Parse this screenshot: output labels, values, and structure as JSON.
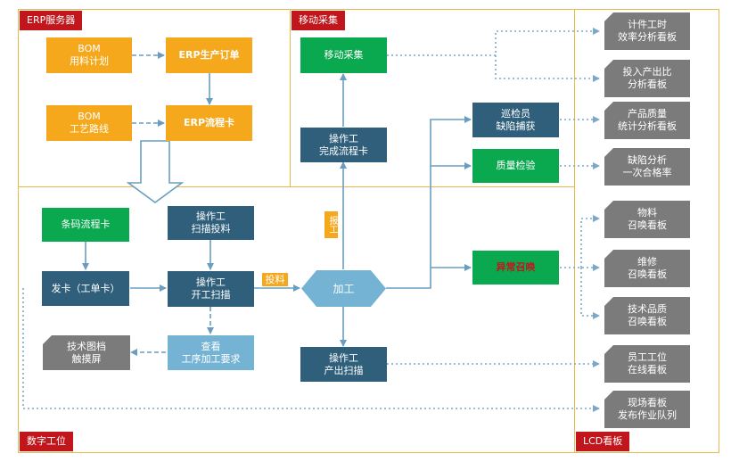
{
  "sections": {
    "erp": "ERP服务器",
    "mobile": "移动采集",
    "station": "数字工位",
    "lcd": "LCD看板"
  },
  "erp": {
    "bom_plan": [
      "BOM",
      "用料计划"
    ],
    "erp_order": "ERP生产订单",
    "bom_route": [
      "BOM",
      "工艺路线"
    ],
    "erp_card": "ERP流程卡"
  },
  "mobile": {
    "collect": "移动采集",
    "op_done": [
      "操作工",
      "完成流程卡"
    ],
    "inspector": [
      "巡检员",
      "缺陷捕获"
    ],
    "qc": "质量检验"
  },
  "station": {
    "barcode": "条码流程卡",
    "op_scan_feed": [
      "操作工",
      "扫描投料"
    ],
    "issue_card": "发卡（工单卡）",
    "op_start": [
      "操作工",
      "开工扫描"
    ],
    "tech_touch": [
      "技术图档",
      "触摸屏"
    ],
    "view_req": [
      "查看",
      "工序加工要求"
    ],
    "process": "加工",
    "op_output": [
      "操作工",
      "产出扫描"
    ],
    "abnormal": "异常召唤",
    "label_feed": "投料",
    "label_report": "报工"
  },
  "lcd_boards": [
    [
      "计件工时",
      "效率分析看板"
    ],
    [
      "投入产出比",
      "分析看板"
    ],
    [
      "产品质量",
      "统计分析看板"
    ],
    [
      "缺陷分析",
      "一次合格率"
    ],
    [
      "物料",
      "召唤看板"
    ],
    [
      "维修",
      "召唤看板"
    ],
    [
      "技术品质",
      "召唤看板"
    ],
    [
      "员工工位",
      "在线看板"
    ],
    [
      "现场看板",
      "发布作业队列"
    ]
  ],
  "colors": {
    "frame": "#e8b84a",
    "tag": "#c0161c",
    "orange": "#f6a81c",
    "green": "#0aa84f",
    "navy": "#2f5f7a",
    "light_blue": "#74b3d3",
    "gray": "#7b7b7b",
    "connector": "#6a9ec0"
  }
}
